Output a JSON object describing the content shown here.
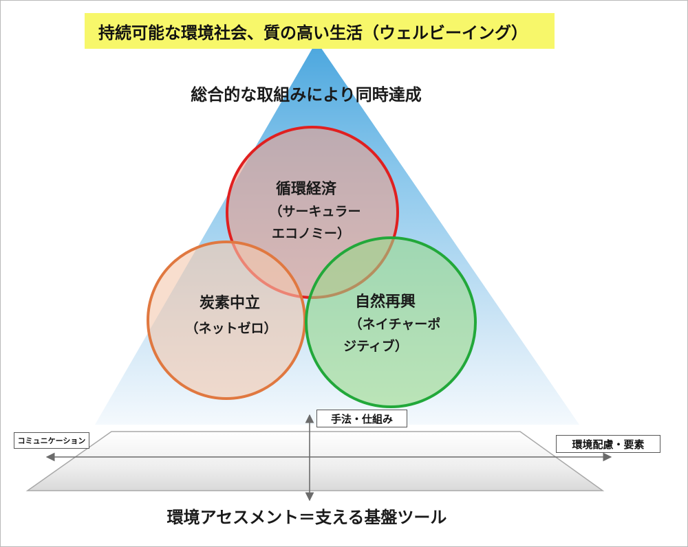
{
  "top_goal": "持続可能な環境社会、質の高い生活（ウェルビーイング）",
  "integration_text": "総合的な取組みにより同時達成",
  "circles": {
    "circular": {
      "line1": "循環経済",
      "line2": "（サーキュラー",
      "line3": "エコノミー）",
      "color": "#e02020"
    },
    "carbon": {
      "line1": "炭素中立",
      "line2": "（ネットゼロ）",
      "color": "#e07840"
    },
    "nature": {
      "line1": "自然再興",
      "line2": "（ネイチャーポ",
      "line3": "ジティブ）",
      "color": "#22a83a"
    }
  },
  "labels": {
    "methods": "手法・仕組み",
    "communication": "コミュニケーション",
    "env_factors": "環境配慮・要素"
  },
  "bottom_text": "環境アセスメント＝支える基盤ツール",
  "colors": {
    "banner": "#f7f76a",
    "pyramid": "#5aaee0"
  }
}
